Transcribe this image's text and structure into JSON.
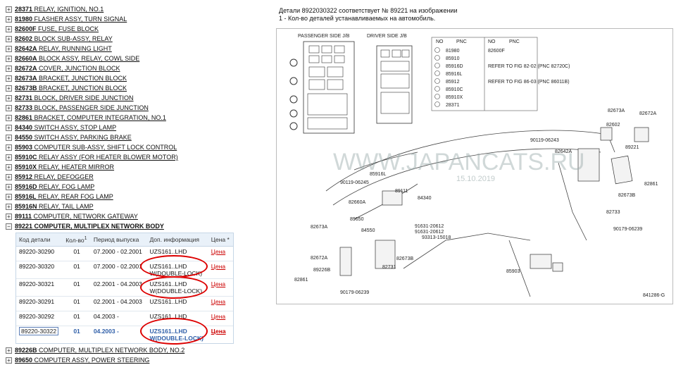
{
  "header": {
    "line1": "Детали 8922030322 соответствует № 89221 на изображении",
    "line2": "1 - Кол-во деталей устанавливаемых на автомобиль."
  },
  "parts_before": [
    {
      "num": "28371",
      "name": "RELAY, IGNITION, NO.1"
    },
    {
      "num": "81980",
      "name": "FLASHER ASSY, TURN SIGNAL"
    },
    {
      "num": "82600F",
      "name": "FUSE, FUSE BLOCK"
    },
    {
      "num": "82602",
      "name": "BLOCK SUB-ASSY, RELAY"
    },
    {
      "num": "82642A",
      "name": "RELAY, RUNNING LIGHT"
    },
    {
      "num": "82660A",
      "name": "BLOCK ASSY, RELAY, COWL SIDE"
    },
    {
      "num": "82672A",
      "name": "COVER, JUNCTION BLOCK"
    },
    {
      "num": "82673A",
      "name": "BRACKET, JUNCTION BLOCK"
    },
    {
      "num": "82673B",
      "name": "BRACKET, JUNCTION BLOCK"
    },
    {
      "num": "82731",
      "name": "BLOCK, DRIVER SIDE JUNCTION"
    },
    {
      "num": "82733",
      "name": "BLOCK, PASSENGER SIDE JUNCTION"
    },
    {
      "num": "82861",
      "name": "BRACKET, COMPUTER INTEGRATION, NO.1"
    },
    {
      "num": "84340",
      "name": "SWITCH ASSY, STOP LAMP"
    },
    {
      "num": "84550",
      "name": "SWITCH ASSY, PARKING BRAKE"
    },
    {
      "num": "85903",
      "name": "COMPUTER SUB-ASSY, SHIFT LOCK CONTROL"
    },
    {
      "num": "85910C",
      "name": "RELAY ASSY (FOR HEATER BLOWER MOTOR)"
    },
    {
      "num": "85910X",
      "name": "RELAY, HEATER MIRROR"
    },
    {
      "num": "85912",
      "name": "RELAY, DEFOGGER"
    },
    {
      "num": "85916D",
      "name": "RELAY, FOG LAMP"
    },
    {
      "num": "85916L",
      "name": "RELAY, REAR FOG LAMP"
    },
    {
      "num": "85916N",
      "name": "RELAY, TAIL LAMP"
    },
    {
      "num": "89111",
      "name": "COMPUTER, NETWORK GATEWAY"
    }
  ],
  "active_part": {
    "num": "89221",
    "name": "COMPUTER, MULTIPLEX NETWORK BODY",
    "sign": "−"
  },
  "parts_after": [
    {
      "num": "89226B",
      "name": "COMPUTER, MULTIPLEX NETWORK BODY, NO.2"
    },
    {
      "num": "89650",
      "name": "COMPUTER ASSY, POWER STEERING"
    }
  ],
  "plus_sign": "+",
  "table": {
    "headers": [
      "Код детали",
      "Кол-во",
      "Период выпуска",
      "Доп. информация",
      "Цена *"
    ],
    "qty_sup": "1",
    "rows": [
      {
        "code": "89220-30290",
        "qty": "01",
        "period": "07.2000 - 02.2001",
        "info1": "UZS161..LHD",
        "info2": "",
        "price": "Цена"
      },
      {
        "code": "89220-30320",
        "qty": "01",
        "period": "07.2000 - 02.2001",
        "info1": "UZS161..LHD",
        "info2": "W(DOUBLE-LOCK)",
        "price": "Цена"
      },
      {
        "code": "89220-30321",
        "qty": "01",
        "period": "02.2001 - 04.2003",
        "info1": "UZS161..LHD",
        "info2": "W(DOUBLE-LOCK)",
        "price": "Цена"
      },
      {
        "code": "89220-30291",
        "qty": "01",
        "period": "02.2001 - 04.2003",
        "info1": "UZS161..LHD",
        "info2": "",
        "price": "Цена"
      },
      {
        "code": "89220-30292",
        "qty": "01",
        "period": "04.2003 -",
        "info1": "UZS161..LHD",
        "info2": "",
        "price": "Цена"
      },
      {
        "code": "89220-30322",
        "qty": "01",
        "period": "04.2003 -",
        "info1": "UZS161..LHD",
        "info2": "W(DOUBLE-LOCK)",
        "price": "Цена"
      }
    ]
  },
  "diagram": {
    "jb_labels": [
      "PASSENGER SIDE J/B",
      "DRIVER SIDE J/B"
    ],
    "no_header": "NO",
    "pnc_header": "PNC",
    "list_left": [
      "81980",
      "85910",
      "85916D",
      "85916L",
      "85912",
      "85910C",
      "85910X",
      "28371"
    ],
    "list_right": [
      "82600F",
      "REFER TO FIG 82-02 (PNC 82720C)",
      "REFER TO FIG 86-03 (PNC 86011B)"
    ],
    "callouts": [
      "82673A",
      "82672A",
      "82602",
      "90119-06243",
      "82642A",
      "89221",
      "85916L",
      "90119-06245",
      "89111",
      "84340",
      "82660A",
      "89650",
      "84550",
      "91631-20612",
      "91631-20612",
      "93313-15018",
      "82673A",
      "82733",
      "90179-06239",
      "82673B",
      "82672A",
      "89226B",
      "82731",
      "82861",
      "90179-06239",
      "85903",
      "82861",
      "82673B"
    ],
    "figure_code": "841286-G",
    "watermark": "WWW.JAPANCATS.RU",
    "watermark_date": "15.10.2019"
  }
}
